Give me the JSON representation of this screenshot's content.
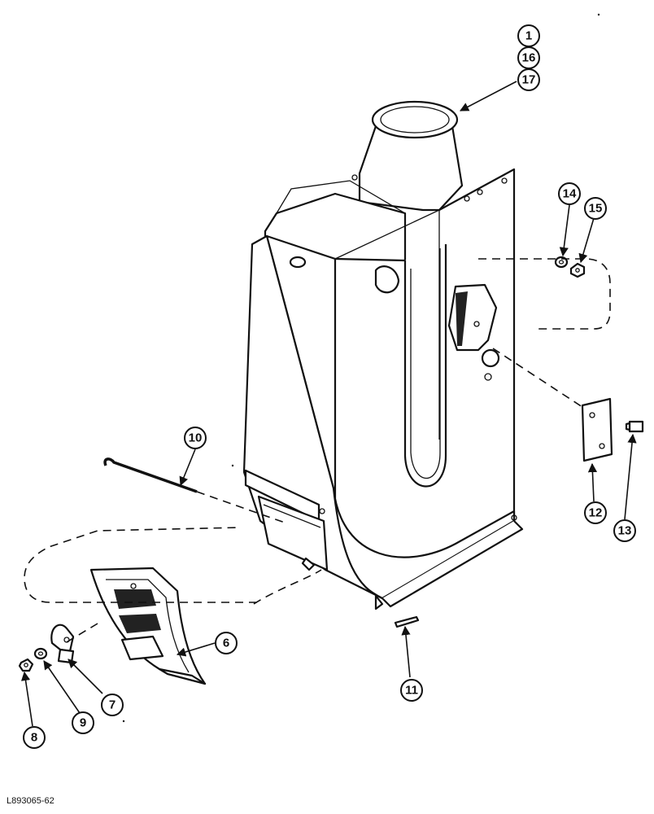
{
  "figure_id": "L893065-62",
  "callouts": [
    "1",
    "16",
    "17",
    "14",
    "15",
    "10",
    "12",
    "13",
    "6",
    "7",
    "11",
    "8",
    "9"
  ],
  "colors": {
    "ink": "#111111",
    "paper": "#ffffff"
  }
}
